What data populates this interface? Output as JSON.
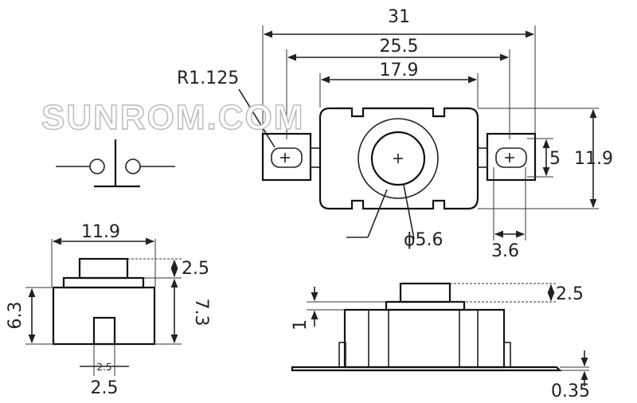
{
  "watermark": "SUNROM.COM",
  "top_view": {
    "overall_width": "31",
    "pin_pitch": "25.5",
    "body_width": "17.9",
    "pad_radius": "R1.125",
    "pad_height": "5",
    "overall_height": "11.9",
    "actuator_diameter": "ϕ5.6",
    "pad_width": "3.6"
  },
  "front_view": {
    "width": "11.9",
    "actuator_height": "2.5",
    "body_height": "6.3",
    "total_height": "7.3",
    "pin_width_small": "2.5",
    "pin_width": "2.5"
  },
  "side_view": {
    "actuator_height": "2.5",
    "flange_height": "1",
    "lead_thickness": "0.35"
  }
}
